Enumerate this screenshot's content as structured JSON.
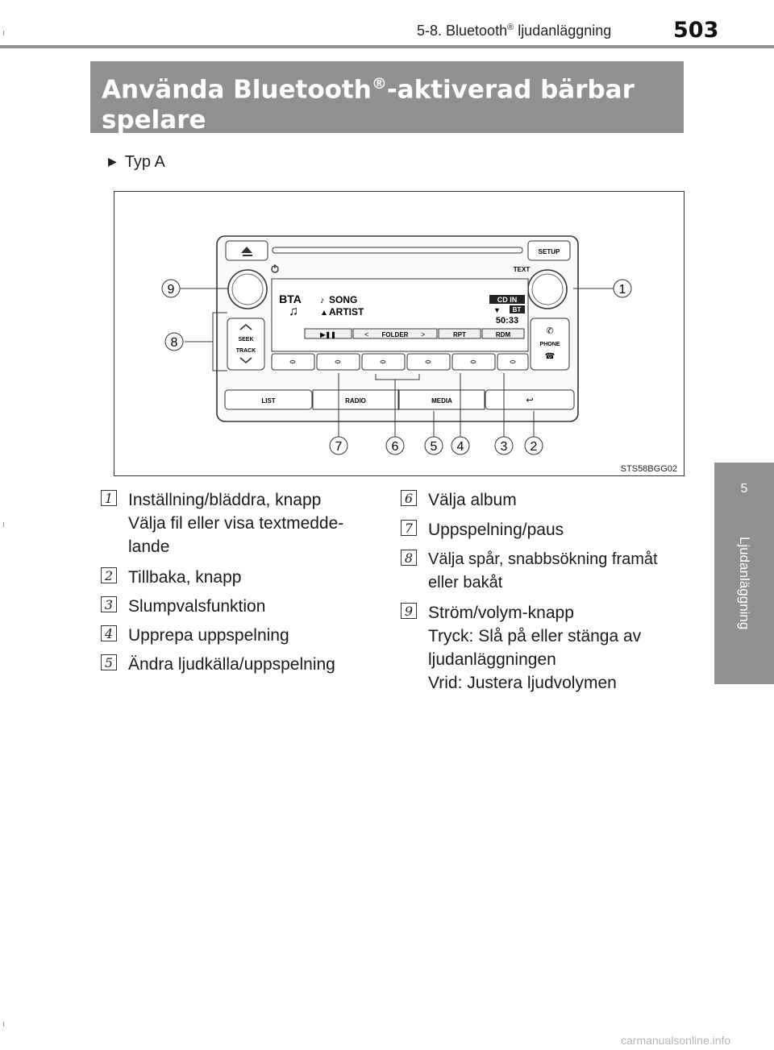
{
  "header": {
    "section_prefix": "5-8. Bluetooth",
    "section_sup": "®",
    "section_suffix": " ljudanläggning",
    "page_number": "503"
  },
  "side_tab": {
    "chapter_number": "5",
    "chapter_name": "Ljudanläggning"
  },
  "title": {
    "part1": "Använda Bluetooth",
    "sup": "®",
    "part2": "-aktiverad bärbar",
    "line2": "spelare"
  },
  "type_label": "Typ A",
  "figure": {
    "id": "STS58BGG02",
    "buttons": {
      "setup": "SETUP",
      "text": "TEXT",
      "seek": "SEEK",
      "track": "TRACK",
      "phone": "PHONE",
      "list": "LIST",
      "radio": "RADIO",
      "media": "MEDIA",
      "play_pause": "▶❚❚",
      "folder": "FOLDER",
      "rpt": "RPT",
      "rdm": "RDM"
    },
    "display": {
      "source": "BTA",
      "song": "SONG",
      "artist": "ARTIST",
      "cd_in": "CD IN",
      "bt": "BT",
      "time": "50:33"
    },
    "callouts": [
      "1",
      "2",
      "3",
      "4",
      "5",
      "6",
      "7",
      "8",
      "9"
    ]
  },
  "items_left": [
    {
      "num": "1",
      "lines": [
        "Inställning/bläddra, knapp",
        "Välja fil eller visa textmedde-",
        "lande"
      ]
    },
    {
      "num": "2",
      "lines": [
        "Tillbaka, knapp"
      ]
    },
    {
      "num": "3",
      "lines": [
        "Slumpvalsfunktion"
      ]
    },
    {
      "num": "4",
      "lines": [
        "Upprepa uppspelning"
      ]
    },
    {
      "num": "5",
      "lines": [
        "Ändra ljudkälla/uppspelning"
      ]
    }
  ],
  "items_right": [
    {
      "num": "6",
      "lines": [
        "Välja album"
      ]
    },
    {
      "num": "7",
      "lines": [
        "Uppspelning/paus"
      ]
    },
    {
      "num": "8",
      "lines": [
        "Välja spår, snabbsökning framåt",
        "eller bakåt"
      ]
    },
    {
      "num": "9",
      "lines": [
        "Ström/volym-knapp",
        "Tryck: Slå på eller stänga av",
        "ljudanläggningen",
        "Vrid: Justera ljudvolymen"
      ]
    }
  ],
  "watermark": "carmanualsonline.info"
}
